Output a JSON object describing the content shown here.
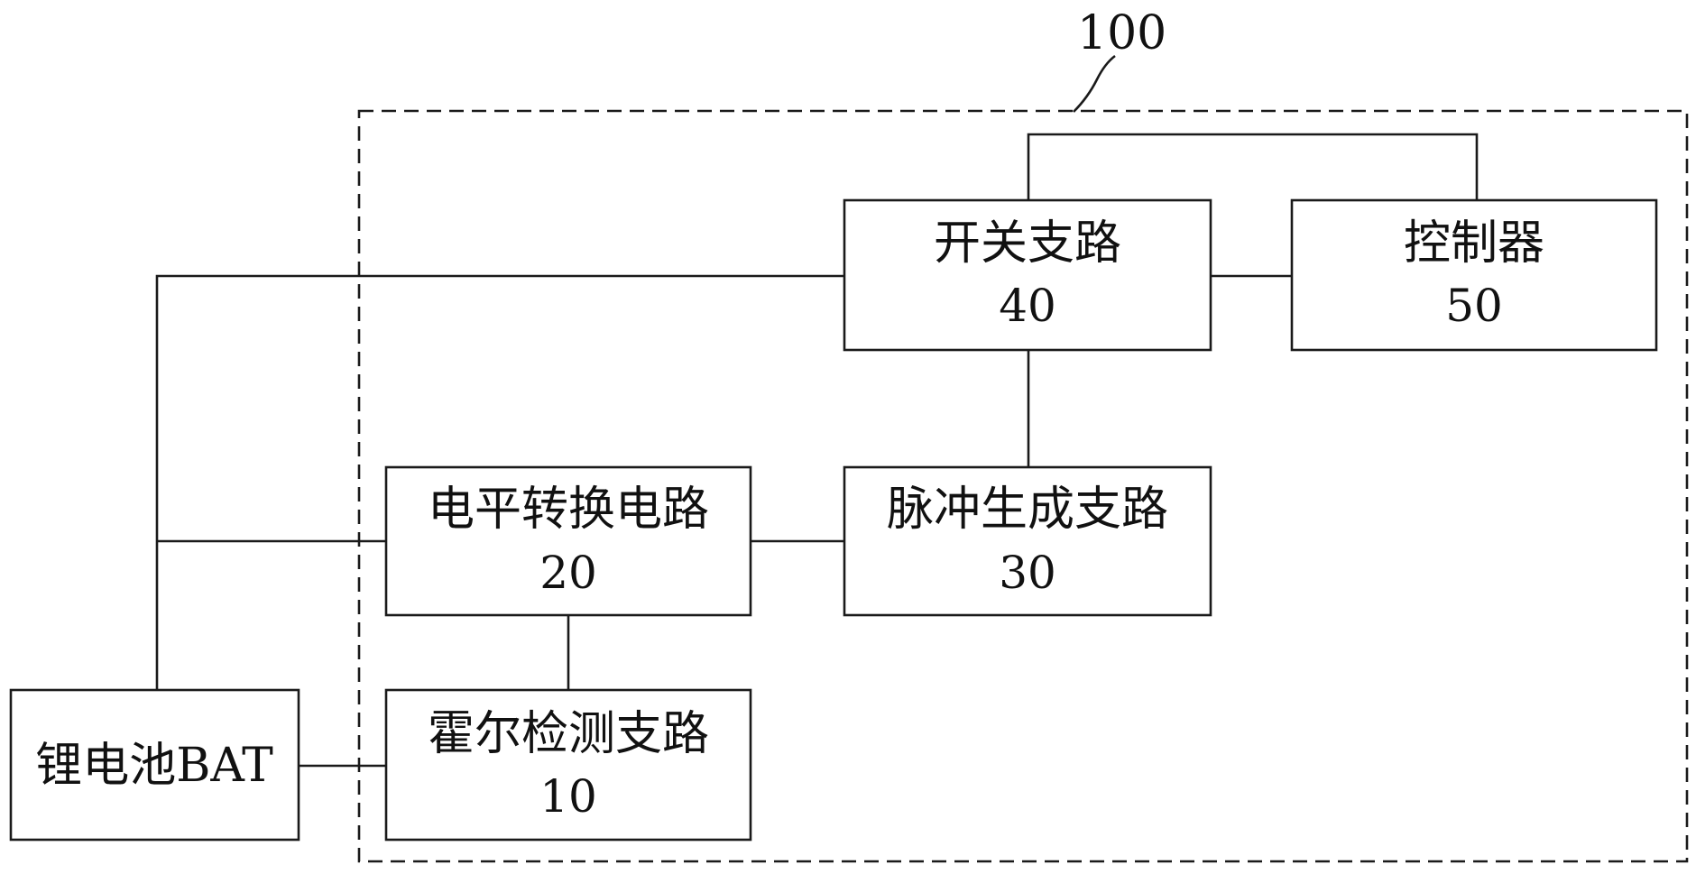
{
  "reference_label": "100",
  "blocks": {
    "switch": {
      "name": "开关支路",
      "number": "40"
    },
    "controller": {
      "name": "控制器",
      "number": "50"
    },
    "level_shift": {
      "name": "电平转换电路",
      "number": "20"
    },
    "pulse": {
      "name": "脉冲生成支路",
      "number": "30"
    },
    "hall": {
      "name": "霍尔检测支路",
      "number": "10"
    },
    "battery": {
      "name": "锂电池BAT"
    }
  },
  "colors": {
    "line": "#1a1a1a",
    "text": "#111111",
    "background": "#ffffff"
  }
}
